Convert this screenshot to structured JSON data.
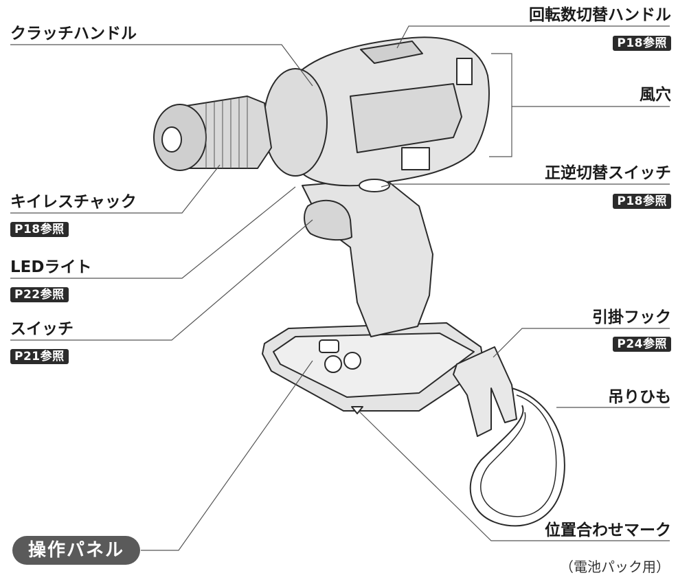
{
  "labels": {
    "clutch_handle": "クラッチハンドル",
    "speed_handle": "回転数切替ハンドル",
    "vents": "風穴",
    "direction_switch": "正逆切替スイッチ",
    "keyless_chuck": "キイレスチャック",
    "led_light": "LEDライト",
    "switch": "スイッチ",
    "hook": "引掛フック",
    "strap": "吊りひも",
    "alignment_mark": "位置合わせマーク",
    "battery_note": "（電池パック用）",
    "operation_panel": "操作パネル"
  },
  "refs": {
    "speed_handle": "P18参照",
    "direction_switch": "P18参照",
    "keyless_chuck": "P18参照",
    "led_light": "P22参照",
    "switch": "P21参照",
    "hook": "P24参照"
  }
}
